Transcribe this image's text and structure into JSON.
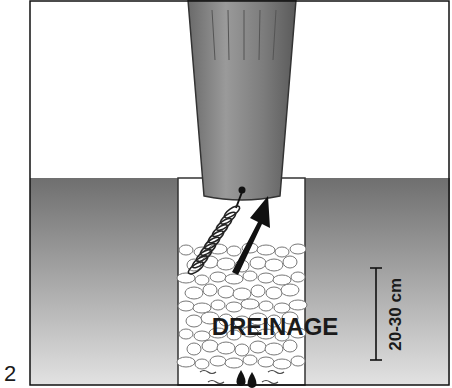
{
  "diagram": {
    "labels": [
      "2",
      "DREINAGE",
      "20-30 cm"
    ]
  }
}
